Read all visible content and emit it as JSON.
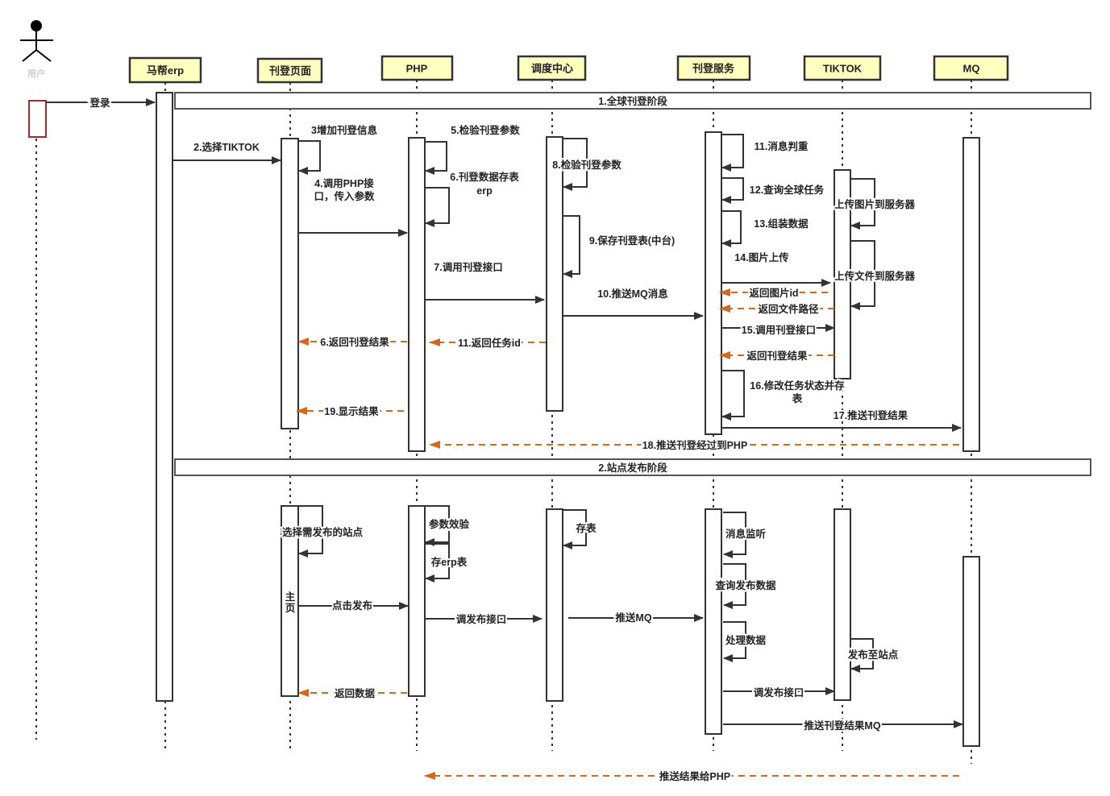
{
  "actor": {
    "label": "用户"
  },
  "participants": [
    {
      "id": "erp",
      "label": "马帮erp"
    },
    {
      "id": "page",
      "label": "刊登页面"
    },
    {
      "id": "php",
      "label": "PHP"
    },
    {
      "id": "scheduler",
      "label": "调度中心"
    },
    {
      "id": "service",
      "label": "刊登服务"
    },
    {
      "id": "tiktok",
      "label": "TIKTOK"
    },
    {
      "id": "mq",
      "label": "MQ"
    }
  ],
  "frames": [
    "1.全球刊登阶段",
    "2.站点发布阶段"
  ],
  "home_label": "主页",
  "messages": [
    "登录",
    "2.选择TIKTOK",
    "3增加刊登信息",
    "4.调用PHP接",
    "口，传入参数",
    "5.检验刊登参数",
    "6.刊登数据存表",
    "erp",
    "7.调用刊登接口",
    "8.检验刊登参数",
    "9.保存刊登表(中台)",
    "10.推送MQ消息",
    "11.消息判重",
    "12.查询全球任务",
    "13.组装数据",
    "14.图片上传",
    "上传图片到服务器",
    "上传文件到服务器",
    "返回图片id",
    "返回文件路径",
    "15.调用刊登接口",
    "返回刊登结果",
    "6.返回刊登结果",
    "11.返回任务id",
    "16.修改任务状态并存",
    "表",
    "17.推送刊登结果",
    "19.显示结果",
    "18.推送刊登经过到PHP",
    "选择需发布的站点",
    "参数效验",
    "存erp表",
    "存表",
    "消息监听",
    "查询发布数据",
    "处理数据",
    "点击发布",
    "调发布接口",
    "推送MQ",
    "发布至站点",
    "调发布接口",
    "返回数据",
    "推送刊登结果MQ",
    "推送结果给PHP"
  ],
  "colors": {
    "header_fill": "#ffffc0",
    "return_arrow": "#d2691e",
    "user_activation": "#a52a2a"
  }
}
